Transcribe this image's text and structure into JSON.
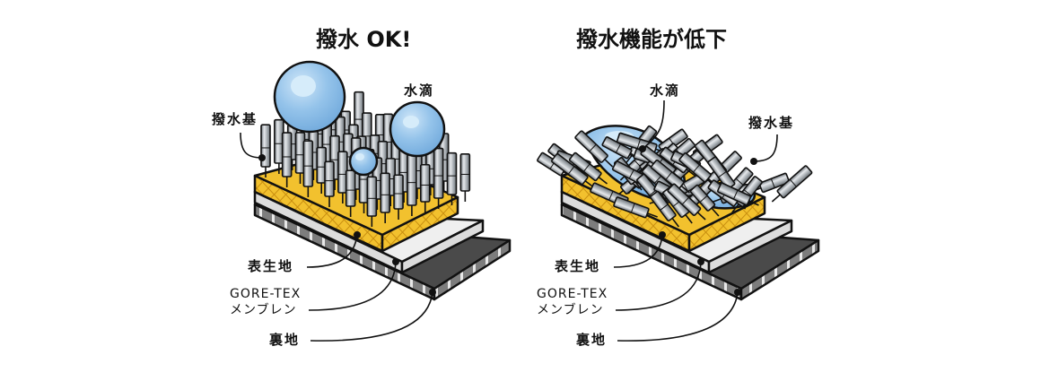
{
  "panels": [
    {
      "title": "撥水 OK!",
      "state": "intact",
      "labels": {
        "repellent_group": "撥水基",
        "water_drop": "水滴",
        "outer_fabric": "表生地",
        "membrane_line1": "GORE-TEX",
        "membrane_line2": "メンブレン",
        "lining": "裏地"
      }
    },
    {
      "title": "撥水機能が低下",
      "state": "degraded",
      "labels": {
        "repellent_group": "撥水基",
        "water_drop": "水滴",
        "outer_fabric": "表生地",
        "membrane_line1": "GORE-TEX",
        "membrane_line2": "メンブレン",
        "lining": "裏地"
      }
    }
  ],
  "colors": {
    "outline": "#111111",
    "outer_fabric": "#f2c12e",
    "outer_fabric_side": "#e0a81c",
    "membrane": "#eeeeee",
    "membrane_side": "#d9d9d9",
    "lining": "#4a4a4a",
    "lining_side": "#8a8a8a",
    "repellent": "#9aa0a6",
    "water": "#8fbfe6",
    "water_highlight": "#d6ecfa"
  }
}
